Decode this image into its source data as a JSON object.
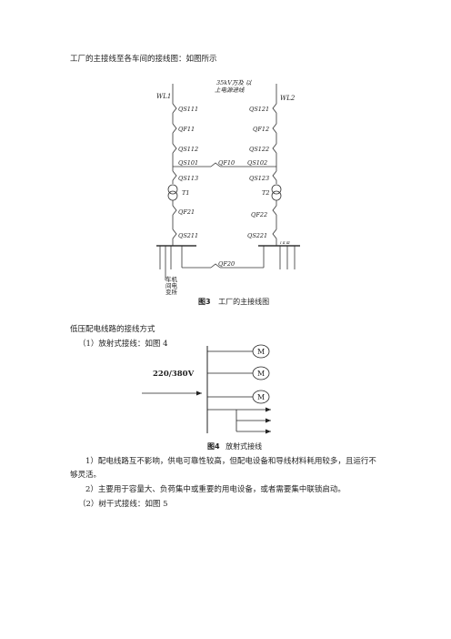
{
  "intro": "工厂的主接线至各车间的接线图：如图所示",
  "fig3": {
    "source": [
      "35kV万及 以",
      "上电源进线"
    ],
    "wl1": "WL1",
    "wl2": "WL2",
    "left_labels": [
      "QS111",
      "QF11",
      "QS112",
      "QS101",
      "QS113",
      "T1",
      "QF21",
      "QS211"
    ],
    "right_labels": [
      "QS121",
      "QF12",
      "QS122",
      "QS102",
      "QS123",
      "T2",
      "QF22",
      "QS221"
    ],
    "tie_top": "QF10",
    "tie_bottom": "QF20",
    "workshop": [
      "车机",
      "间电",
      "变所"
    ],
    "small_note": "Ⅰ Ⅱ Ⅲ",
    "caption_num": "图3",
    "caption_text": "工厂的主接线图"
  },
  "section_title": "低压配电线路的接线方式",
  "item1": "（1）放射式接线：如图 4",
  "fig4": {
    "voltage": "220/380V",
    "motor": "M",
    "caption_num": "图4",
    "caption_text": "放射式接线"
  },
  "p1a": "1）配电线路互不影响，供电可靠性较高，但配电设备和导线材料耗用较多，且运行不",
  "p1b": "够灵活。",
  "p2": "2）主要用于容量大、负荷集中或重要的用电设备，或者需要集中联锁启动。",
  "item2": "（2）树干式接线：如图 5"
}
